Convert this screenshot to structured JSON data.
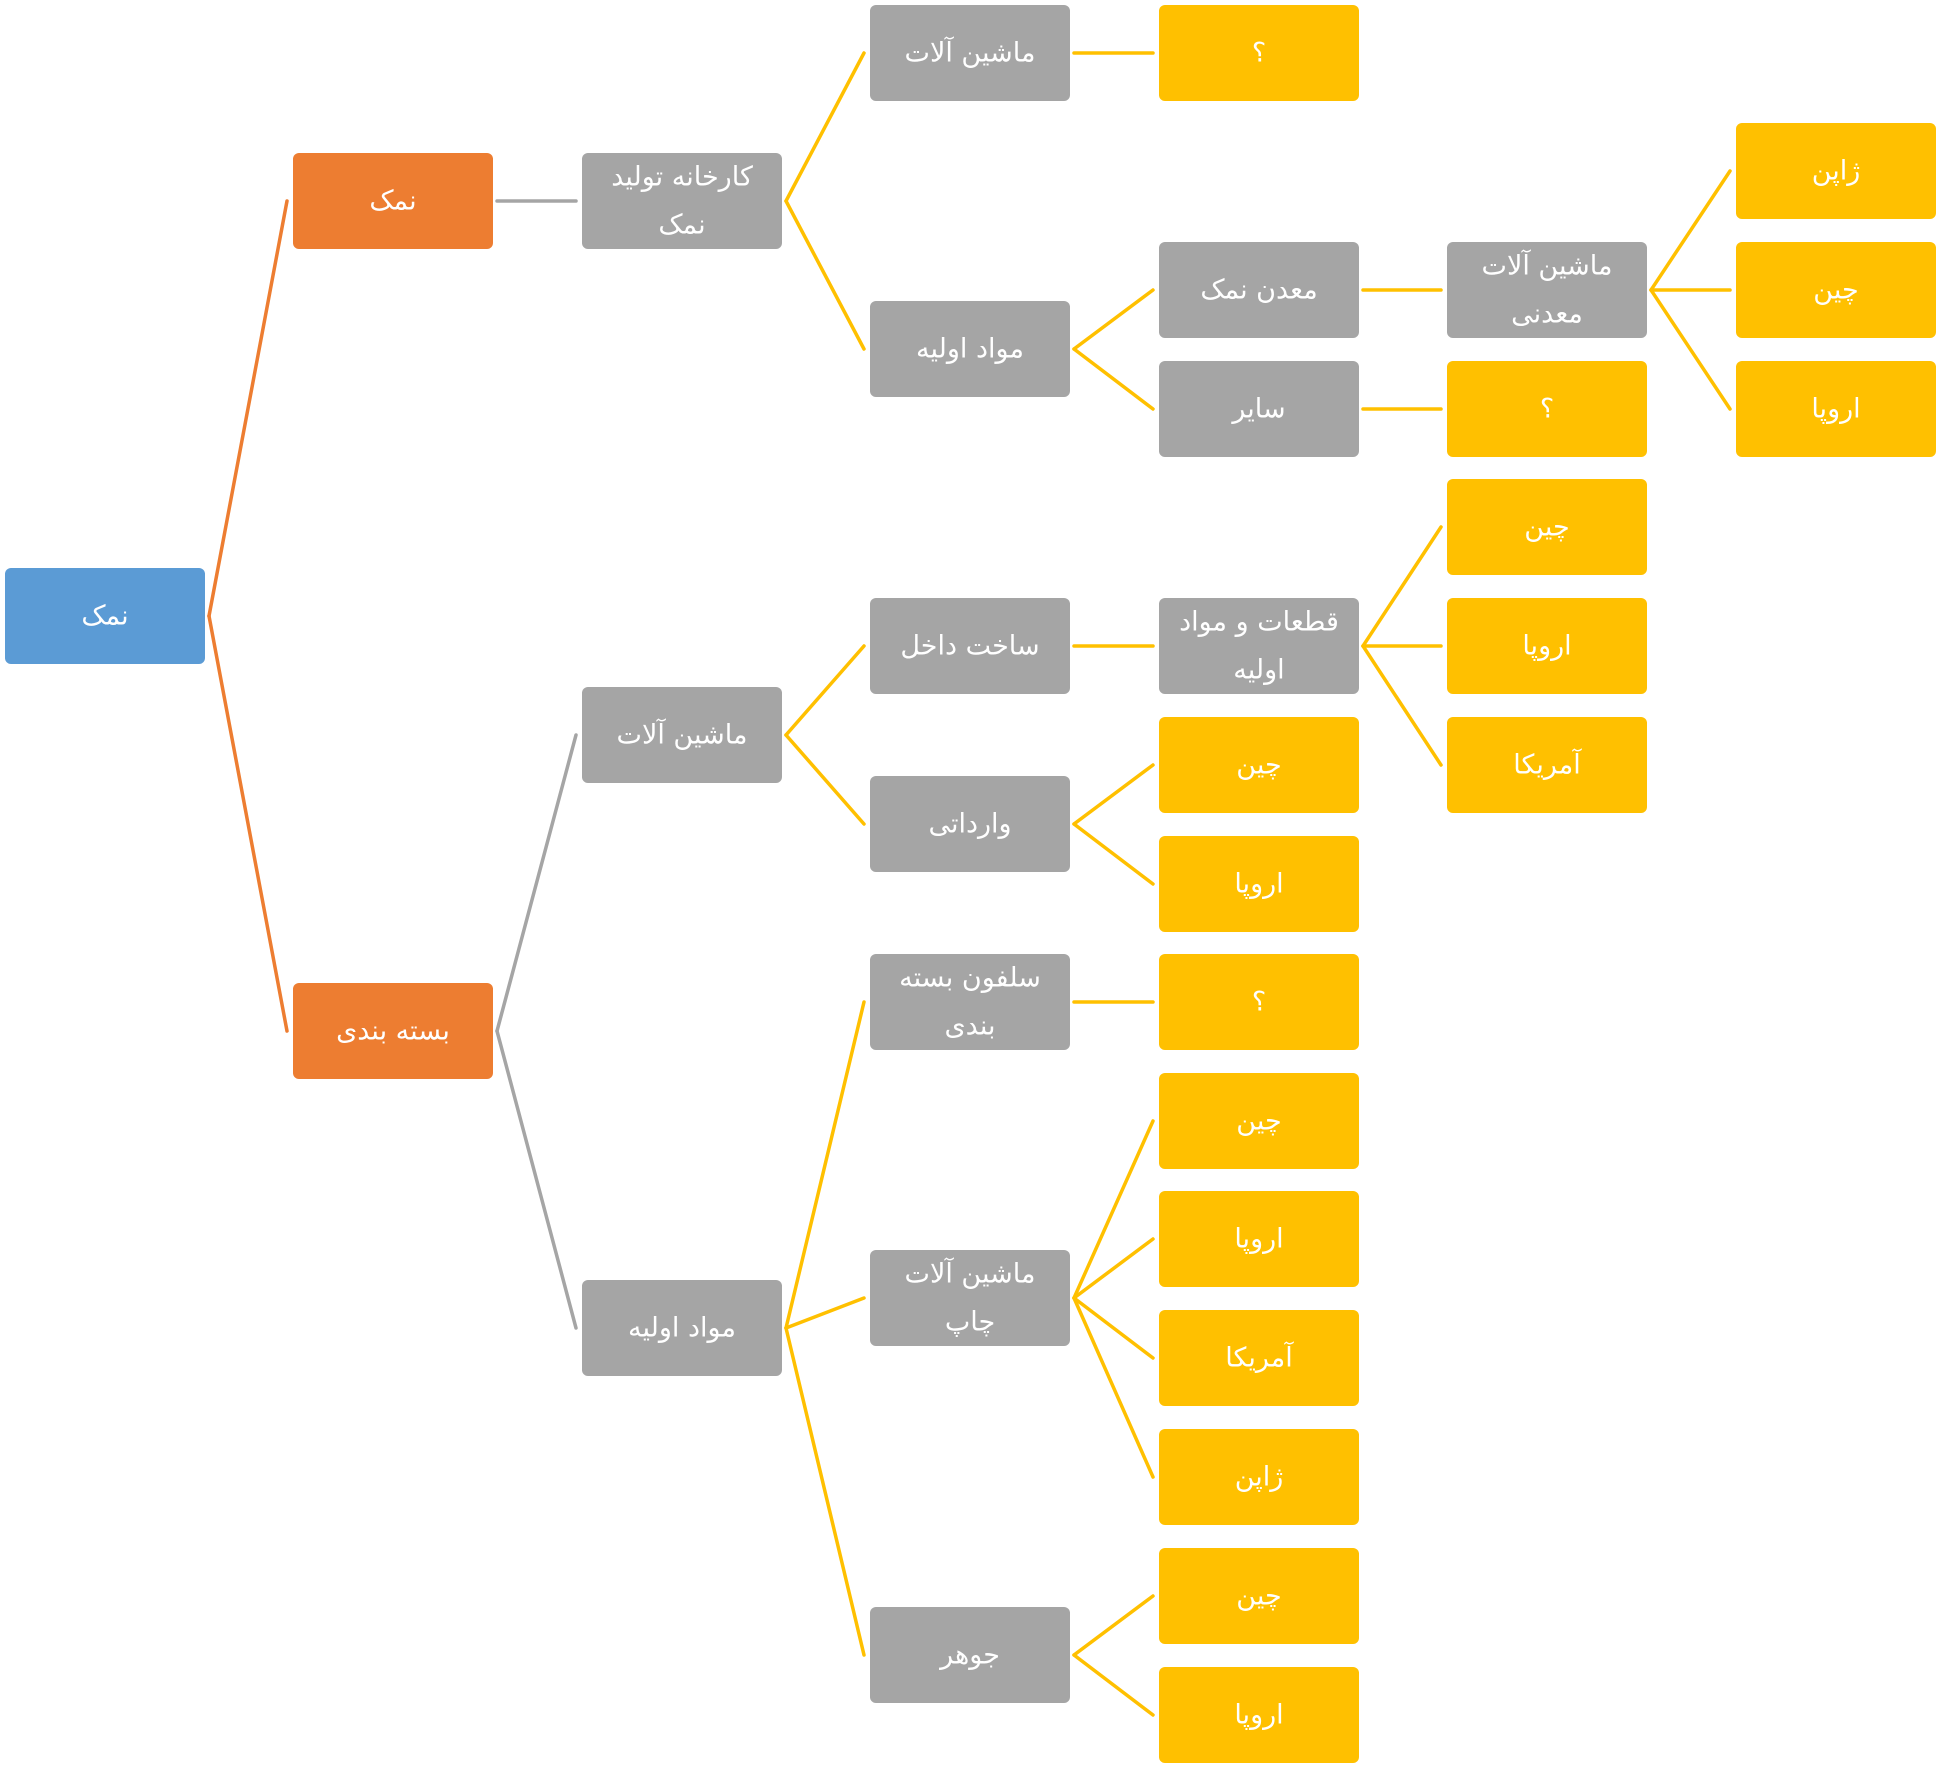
{
  "colors": {
    "root": "#5b9bd5",
    "level1": "#ed7d31",
    "gray": "#a5a5a5",
    "yellow": "#ffc000",
    "edge_orange": "#ed7d31",
    "edge_gray": "#a5a5a5",
    "edge_yellow": "#ffc000",
    "text": "#ffffff"
  },
  "nodes": [
    {
      "id": "root",
      "lines": [
        "نمک"
      ],
      "color": "root"
    },
    {
      "id": "salt",
      "lines": [
        "نمک"
      ],
      "color": "level1"
    },
    {
      "id": "packaging",
      "lines": [
        "بسته بندی"
      ],
      "color": "level1"
    },
    {
      "id": "salt_factory",
      "lines": [
        "کارخانه تولید",
        "نمک"
      ],
      "color": "gray"
    },
    {
      "id": "f_machinery",
      "lines": [
        "ماشین آلات"
      ],
      "color": "gray"
    },
    {
      "id": "f_machinery_q",
      "lines": [
        "؟"
      ],
      "color": "yellow"
    },
    {
      "id": "f_raw",
      "lines": [
        "مواد اولیه"
      ],
      "color": "gray"
    },
    {
      "id": "salt_mine",
      "lines": [
        "معدن نمک"
      ],
      "color": "gray"
    },
    {
      "id": "mining_machinery",
      "lines": [
        "ماشین آلات",
        "معدنی"
      ],
      "color": "gray"
    },
    {
      "id": "mm_japan",
      "lines": [
        "ژاپن"
      ],
      "color": "yellow"
    },
    {
      "id": "mm_china",
      "lines": [
        "چین"
      ],
      "color": "yellow"
    },
    {
      "id": "mm_europe",
      "lines": [
        "اروپا"
      ],
      "color": "yellow"
    },
    {
      "id": "other",
      "lines": [
        "سایر"
      ],
      "color": "gray"
    },
    {
      "id": "other_q",
      "lines": [
        "؟"
      ],
      "color": "yellow"
    },
    {
      "id": "p_machinery",
      "lines": [
        "ماشین آلات"
      ],
      "color": "gray"
    },
    {
      "id": "domestic",
      "lines": [
        "ساخت داخل"
      ],
      "color": "gray"
    },
    {
      "id": "parts",
      "lines": [
        "قطعات و مواد",
        "اولیه"
      ],
      "color": "gray"
    },
    {
      "id": "parts_china",
      "lines": [
        "چین"
      ],
      "color": "yellow"
    },
    {
      "id": "parts_europe",
      "lines": [
        "اروپا"
      ],
      "color": "yellow"
    },
    {
      "id": "parts_america",
      "lines": [
        "آمریکا"
      ],
      "color": "yellow"
    },
    {
      "id": "imported",
      "lines": [
        "وارداتی"
      ],
      "color": "gray"
    },
    {
      "id": "imp_china",
      "lines": [
        "چین"
      ],
      "color": "yellow"
    },
    {
      "id": "imp_europe",
      "lines": [
        "اروپا"
      ],
      "color": "yellow"
    },
    {
      "id": "p_raw",
      "lines": [
        "مواد اولیه"
      ],
      "color": "gray"
    },
    {
      "id": "cellophane",
      "lines": [
        "سلفون بسته",
        "بندی"
      ],
      "color": "gray"
    },
    {
      "id": "cellophane_q",
      "lines": [
        "؟"
      ],
      "color": "yellow"
    },
    {
      "id": "printing",
      "lines": [
        "ماشین آلات",
        "چاپ"
      ],
      "color": "gray"
    },
    {
      "id": "pr_china",
      "lines": [
        "چین"
      ],
      "color": "yellow"
    },
    {
      "id": "pr_europe",
      "lines": [
        "اروپا"
      ],
      "color": "yellow"
    },
    {
      "id": "pr_america",
      "lines": [
        "آمریکا"
      ],
      "color": "yellow"
    },
    {
      "id": "pr_japan",
      "lines": [
        "ژاپن"
      ],
      "color": "yellow"
    },
    {
      "id": "ink",
      "lines": [
        "جوهر"
      ],
      "color": "gray"
    },
    {
      "id": "ink_china",
      "lines": [
        "چین"
      ],
      "color": "yellow"
    },
    {
      "id": "ink_europe",
      "lines": [
        "اروپا"
      ],
      "color": "yellow"
    }
  ],
  "edges": [
    {
      "from": "root",
      "to": "salt",
      "color": "edge_orange"
    },
    {
      "from": "root",
      "to": "packaging",
      "color": "edge_orange"
    },
    {
      "from": "salt",
      "to": "salt_factory",
      "color": "edge_gray"
    },
    {
      "from": "salt_factory",
      "to": "f_machinery",
      "color": "edge_yellow"
    },
    {
      "from": "salt_factory",
      "to": "f_raw",
      "color": "edge_yellow"
    },
    {
      "from": "f_machinery",
      "to": "f_machinery_q",
      "color": "edge_yellow"
    },
    {
      "from": "f_raw",
      "to": "salt_mine",
      "color": "edge_yellow"
    },
    {
      "from": "f_raw",
      "to": "other",
      "color": "edge_yellow"
    },
    {
      "from": "salt_mine",
      "to": "mining_machinery",
      "color": "edge_yellow"
    },
    {
      "from": "mining_machinery",
      "to": "mm_japan",
      "color": "edge_yellow"
    },
    {
      "from": "mining_machinery",
      "to": "mm_china",
      "color": "edge_yellow"
    },
    {
      "from": "mining_machinery",
      "to": "mm_europe",
      "color": "edge_yellow"
    },
    {
      "from": "other",
      "to": "other_q",
      "color": "edge_yellow"
    },
    {
      "from": "packaging",
      "to": "p_machinery",
      "color": "edge_gray"
    },
    {
      "from": "packaging",
      "to": "p_raw",
      "color": "edge_gray"
    },
    {
      "from": "p_machinery",
      "to": "domestic",
      "color": "edge_yellow"
    },
    {
      "from": "p_machinery",
      "to": "imported",
      "color": "edge_yellow"
    },
    {
      "from": "domestic",
      "to": "parts",
      "color": "edge_yellow"
    },
    {
      "from": "parts",
      "to": "parts_china",
      "color": "edge_yellow"
    },
    {
      "from": "parts",
      "to": "parts_europe",
      "color": "edge_yellow"
    },
    {
      "from": "parts",
      "to": "parts_america",
      "color": "edge_yellow"
    },
    {
      "from": "imported",
      "to": "imp_china",
      "color": "edge_yellow"
    },
    {
      "from": "imported",
      "to": "imp_europe",
      "color": "edge_yellow"
    },
    {
      "from": "p_raw",
      "to": "cellophane",
      "color": "edge_yellow"
    },
    {
      "from": "p_raw",
      "to": "printing",
      "color": "edge_yellow"
    },
    {
      "from": "p_raw",
      "to": "ink",
      "color": "edge_yellow"
    },
    {
      "from": "cellophane",
      "to": "cellophane_q",
      "color": "edge_yellow"
    },
    {
      "from": "printing",
      "to": "pr_china",
      "color": "edge_yellow"
    },
    {
      "from": "printing",
      "to": "pr_europe",
      "color": "edge_yellow"
    },
    {
      "from": "printing",
      "to": "pr_america",
      "color": "edge_yellow"
    },
    {
      "from": "printing",
      "to": "pr_japan",
      "color": "edge_yellow"
    },
    {
      "from": "ink",
      "to": "ink_china",
      "color": "edge_yellow"
    },
    {
      "from": "ink",
      "to": "ink_europe",
      "color": "edge_yellow"
    }
  ]
}
